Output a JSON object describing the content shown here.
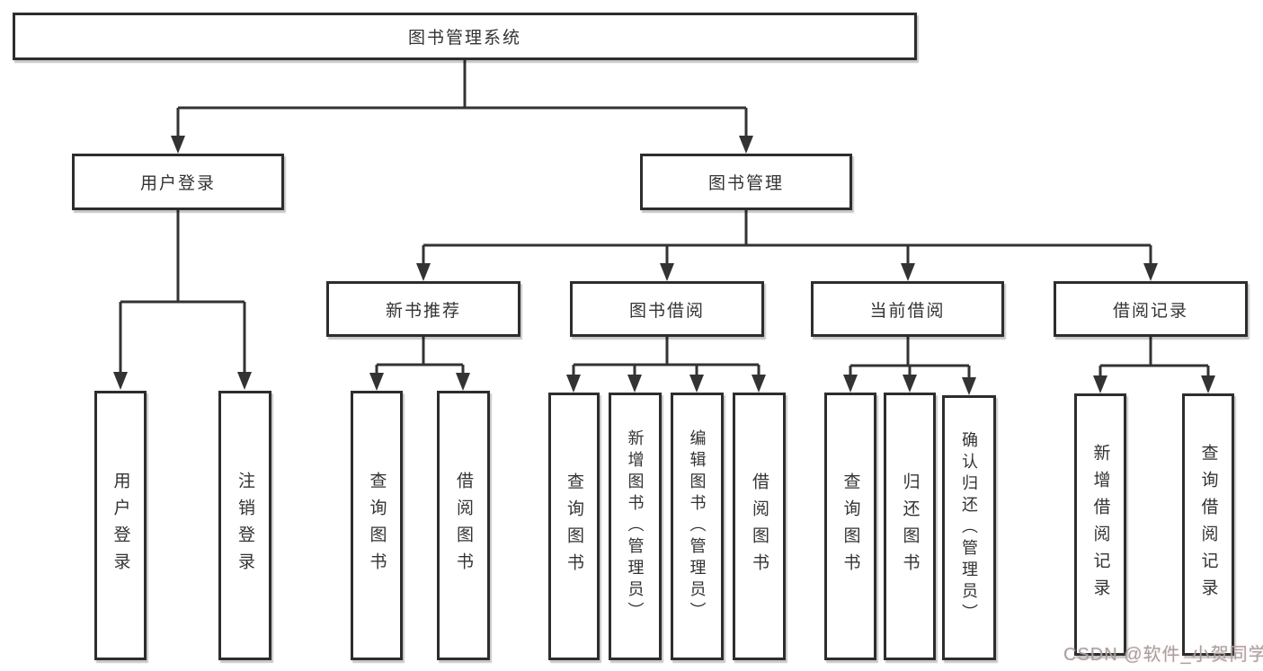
{
  "tree": {
    "label": "图书管理系统",
    "children": [
      {
        "label": "用户登录",
        "children": [
          {
            "label": "用户登录"
          },
          {
            "label": "注销登录"
          }
        ]
      },
      {
        "label": "图书管理",
        "children": [
          {
            "label": "新书推荐",
            "children": [
              {
                "label": "查询图书"
              },
              {
                "label": "借阅图书"
              }
            ]
          },
          {
            "label": "图书借阅",
            "children": [
              {
                "label": "查询图书"
              },
              {
                "label": "新增图书（管理员）"
              },
              {
                "label": "编辑图书（管理员）"
              },
              {
                "label": "借阅图书"
              }
            ]
          },
          {
            "label": "当前借阅",
            "children": [
              {
                "label": "查询图书"
              },
              {
                "label": "归还图书"
              },
              {
                "label": "确认归还（管理员）"
              }
            ]
          },
          {
            "label": "借阅记录",
            "children": [
              {
                "label": "新增借阅记录"
              },
              {
                "label": "查询借阅记录"
              }
            ]
          }
        ]
      }
    ]
  },
  "watermark": {
    "text": "CSDN @软件_小贺同学"
  },
  "colors": {
    "line": "#333333",
    "box_border": "#2d2d2d",
    "text": "#333333",
    "watermark": "#a5a1a1",
    "background": "#ffffff"
  }
}
